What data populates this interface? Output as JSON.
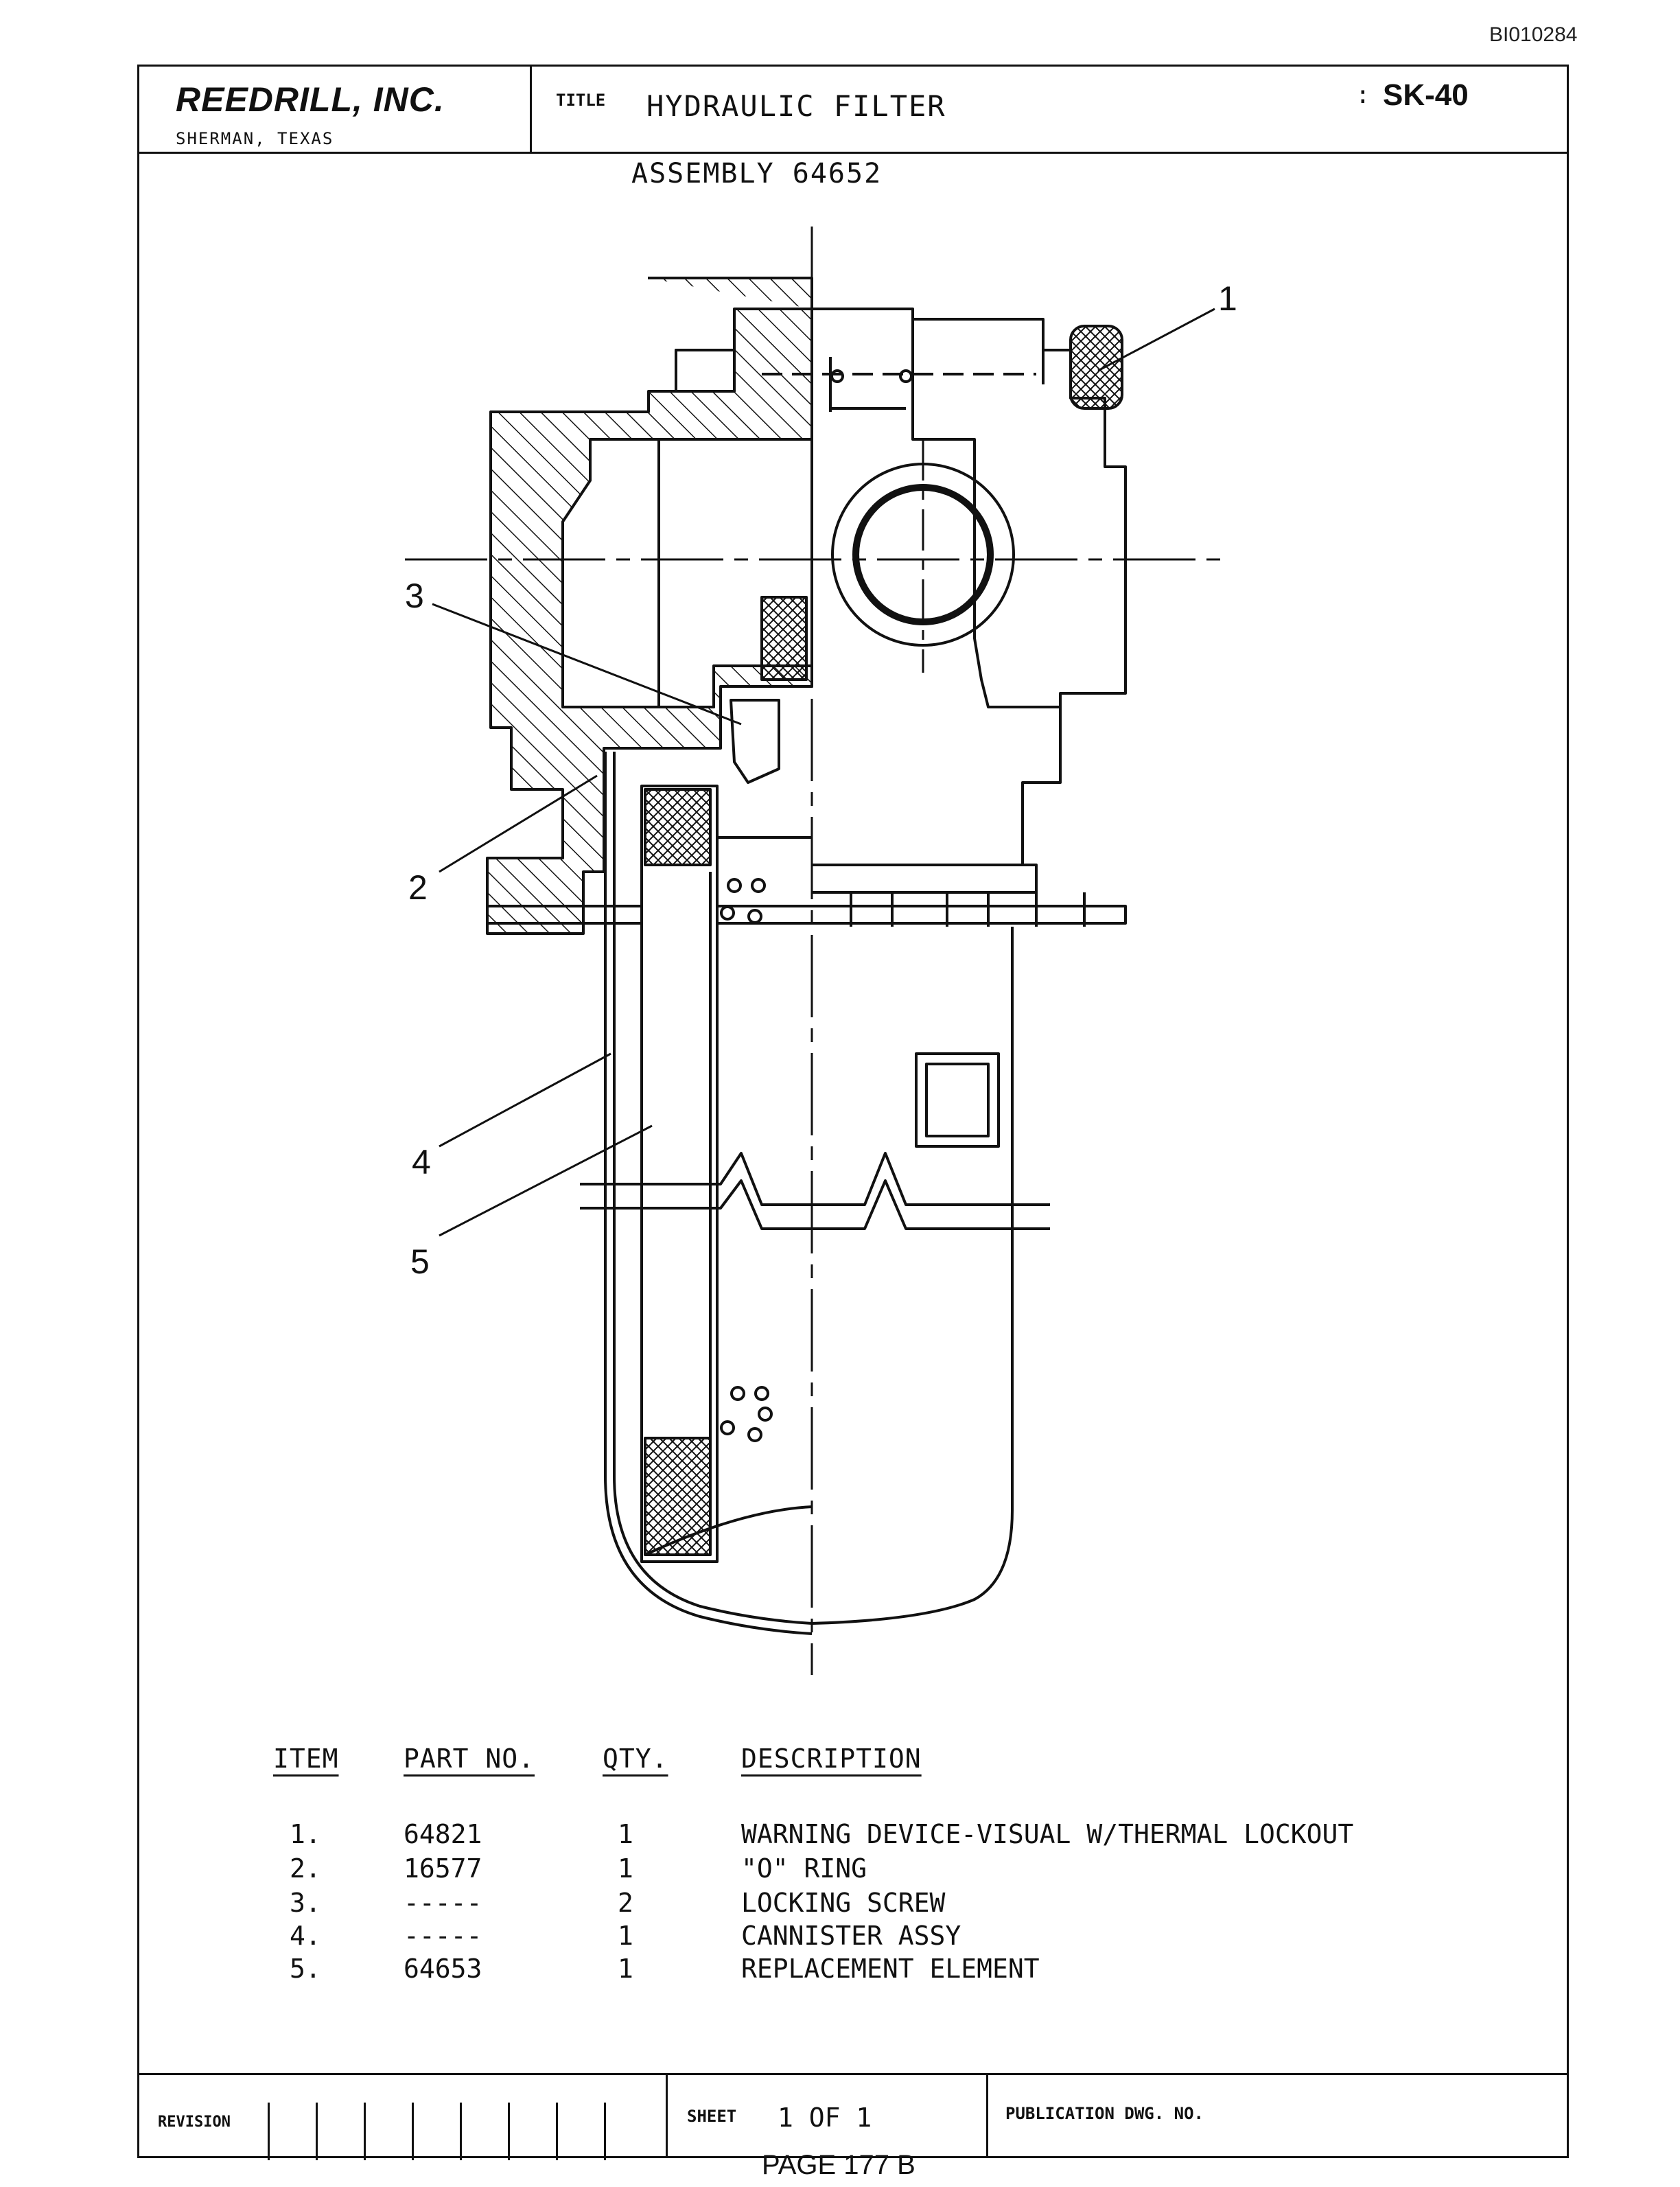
{
  "doc_id": "BI010284",
  "title_block": {
    "company": "REEDRILL, INC.",
    "city": "SHERMAN, TEXAS",
    "title_label": "TITLE",
    "title": "HYDRAULIC FILTER",
    "sheet_code": "SK-40"
  },
  "assembly": "ASSEMBLY 64652",
  "callouts": [
    "1",
    "2",
    "3",
    "4",
    "5"
  ],
  "parts_list": {
    "headers": [
      "ITEM",
      "PART NO.",
      "QTY.",
      "DESCRIPTION"
    ],
    "rows": [
      {
        "item": "1.",
        "part_no": "64821",
        "qty": "1",
        "description": "WARNING DEVICE-VISUAL W/THERMAL LOCKOUT"
      },
      {
        "item": "2.",
        "part_no": "16577",
        "qty": "1",
        "description": "\"O\" RING"
      },
      {
        "item": "3.",
        "part_no": "-----",
        "qty": "2",
        "description": "LOCKING SCREW"
      },
      {
        "item": "4.",
        "part_no": "-----",
        "qty": "1",
        "description": "CANNISTER ASSY"
      },
      {
        "item": "5.",
        "part_no": "64653",
        "qty": "1",
        "description": "REPLACEMENT ELEMENT"
      }
    ]
  },
  "footer": {
    "revision_label": "REVISION",
    "sheet_label": "SHEET",
    "sheet_value": "1 OF 1",
    "publication_label": "PUBLICATION DWG. NO.",
    "page": "PAGE 177 B"
  }
}
